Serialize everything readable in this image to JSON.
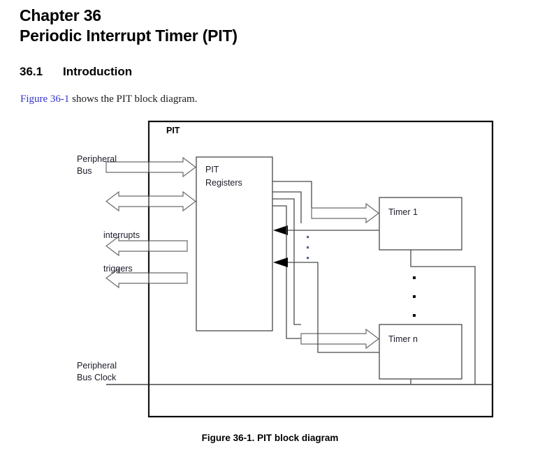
{
  "document": {
    "chapter_number": "Chapter 36",
    "chapter_title": "Periodic Interrupt Timer (PIT)",
    "section": {
      "number": "36.1",
      "title": "Introduction"
    },
    "intro": {
      "xref": "Figure 36-1",
      "rest": " shows the PIT block diagram."
    },
    "figure_caption": "Figure 36-1. PIT block diagram"
  },
  "colors": {
    "xref_link": "#3333cc",
    "text": "#000000",
    "diagram_label": "#1b1b2b",
    "thin_stroke": "#3a3a3a",
    "outer_stroke": "#000000",
    "wire": "#4a4a4a",
    "arrow_fill": "#ffffff"
  },
  "diagram": {
    "title": "PIT",
    "module_label": "PIT",
    "registers_block": {
      "line1": "PIT",
      "line2": "Registers"
    },
    "timers": [
      {
        "label": "Timer 1"
      },
      {
        "label": "Timer n"
      }
    ],
    "ports": [
      {
        "name": "peripheral-bus",
        "line1": "Peripheral",
        "line2": "Bus",
        "direction": "in"
      },
      {
        "name": "peripheral-bus-bidir",
        "line1": "",
        "line2": "",
        "direction": "bidirectional"
      },
      {
        "name": "interrupts",
        "line1": "interrupts",
        "line2": "",
        "direction": "out"
      },
      {
        "name": "triggers",
        "line1": "triggers",
        "line2": "",
        "direction": "out"
      },
      {
        "name": "peripheral-bus-clock",
        "line1": "Peripheral",
        "line2": "Bus Clock",
        "direction": "in"
      }
    ],
    "ellipsis_vertical": "⋮",
    "ellipsis_count": 3
  }
}
